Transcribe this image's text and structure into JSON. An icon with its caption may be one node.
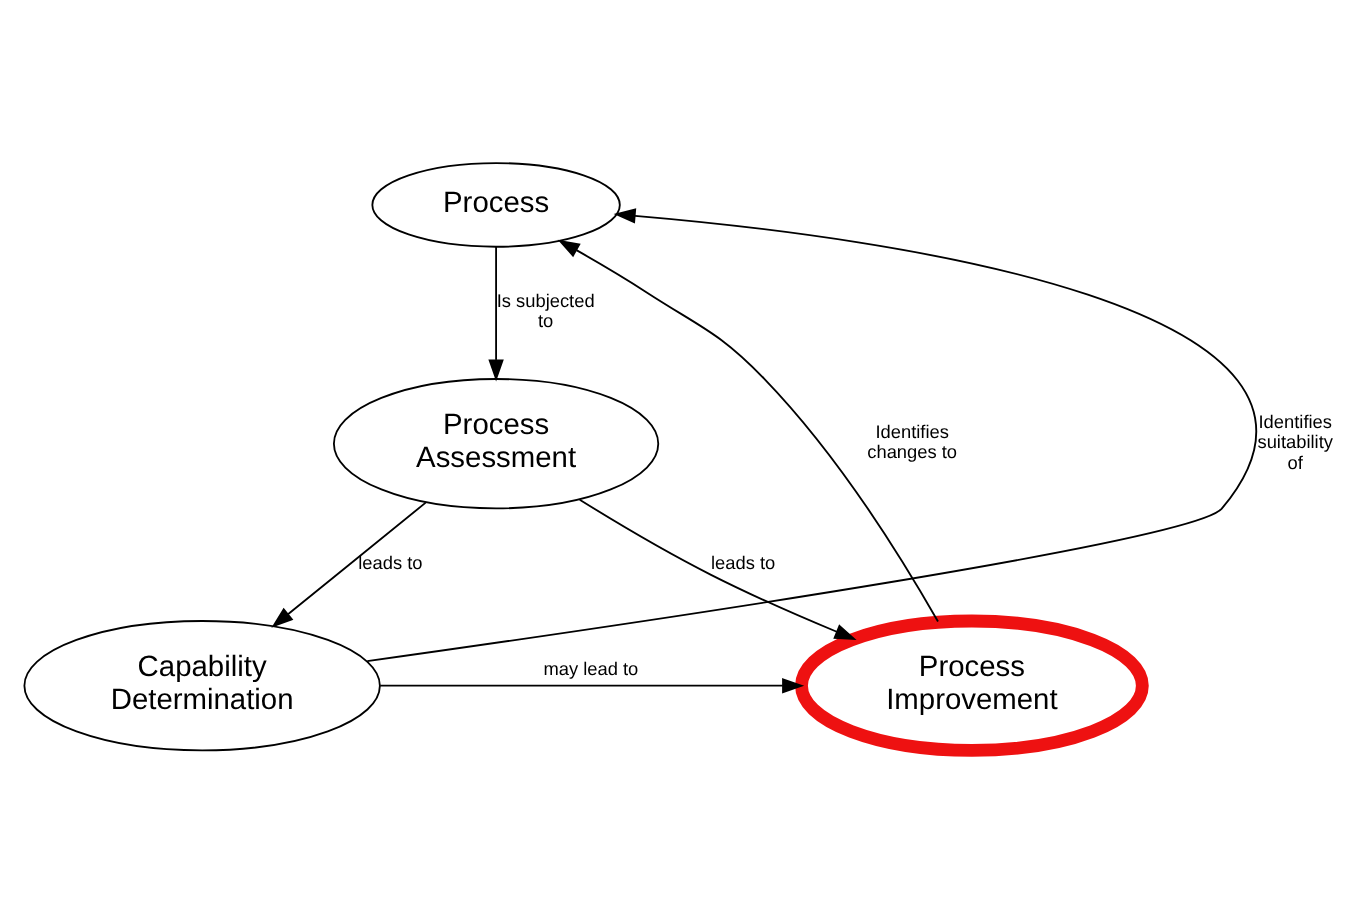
{
  "diagram": {
    "nodes": [
      {
        "text": [
          "Process"
        ]
      },
      {
        "text": [
          "Process Assessment"
        ]
      },
      {
        "text": [
          "Process Improvement"
        ]
      },
      {
        "text": [
          "Capability Determination"
        ]
      }
    ],
    "edges": [
      {
        "from": 0,
        "to": 1,
        "arrow": "to",
        "label": "Is subjected to"
      },
      {
        "from": 1,
        "to": 2,
        "arrow": "to",
        "label": "leads to"
      },
      {
        "from": 1,
        "to": 3,
        "arrow": "to",
        "label": "leads to"
      },
      {
        "from": 3,
        "to": 2,
        "arrow": "to",
        "label": "may lead to"
      },
      {
        "from": 2,
        "to": 0,
        "arrow": "to",
        "label": "Identifies changes to"
      },
      {
        "from": 3,
        "to": 0,
        "arrow": "to",
        "label": "Identifies suitability of"
      }
    ]
  }
}
